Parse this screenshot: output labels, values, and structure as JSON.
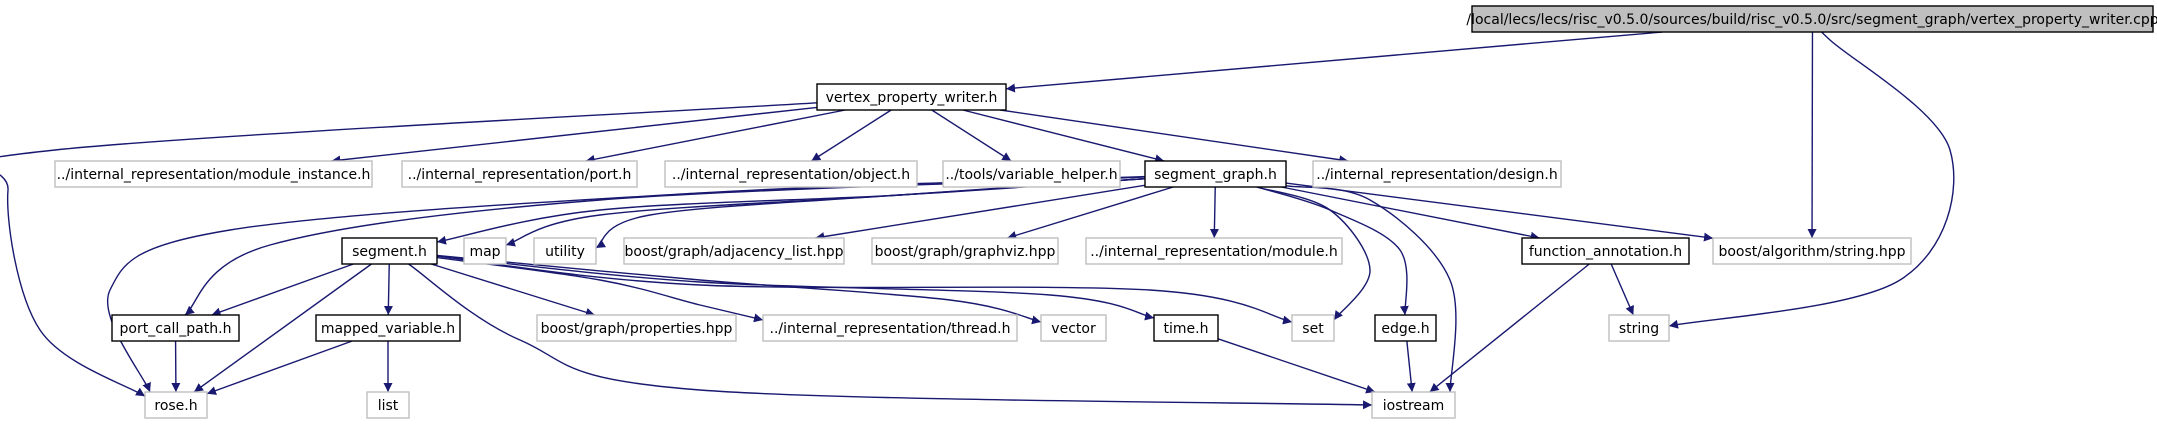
{
  "colors": {
    "edge": "#191970",
    "root_fill": "#bfbfbf",
    "root_border": "#000000",
    "documented_border": "#000000",
    "undocumented_border": "#bfbfbf",
    "text": "#000000"
  },
  "nodes": [
    {
      "id": "root",
      "label": "/local/lecs/lecs/risc_v0.5.0/sources/build/risc_v0.5.0/src/segment_graph/vertex_property_writer.cpp",
      "kind": "root"
    },
    {
      "id": "vpw_h",
      "label": "vertex_property_writer.h",
      "kind": "documented"
    },
    {
      "id": "module_instance_h",
      "label": "../internal_representation/module_instance.h",
      "kind": "external"
    },
    {
      "id": "port_h",
      "label": "../internal_representation/port.h",
      "kind": "external"
    },
    {
      "id": "object_h",
      "label": "../internal_representation/object.h",
      "kind": "external"
    },
    {
      "id": "variable_helper_h",
      "label": "../tools/variable_helper.h",
      "kind": "external"
    },
    {
      "id": "segment_graph_h",
      "label": "segment_graph.h",
      "kind": "documented"
    },
    {
      "id": "design_h",
      "label": "../internal_representation/design.h",
      "kind": "external"
    },
    {
      "id": "segment_h",
      "label": "segment.h",
      "kind": "documented"
    },
    {
      "id": "map",
      "label": "map",
      "kind": "external"
    },
    {
      "id": "utility",
      "label": "utility",
      "kind": "external"
    },
    {
      "id": "adjacency_list",
      "label": "boost/graph/adjacency_list.hpp",
      "kind": "external"
    },
    {
      "id": "graphviz",
      "label": "boost/graph/graphviz.hpp",
      "kind": "external"
    },
    {
      "id": "module_h",
      "label": "../internal_representation/module.h",
      "kind": "external"
    },
    {
      "id": "function_annotation_h",
      "label": "function_annotation.h",
      "kind": "documented"
    },
    {
      "id": "boost_string",
      "label": "boost/algorithm/string.hpp",
      "kind": "external"
    },
    {
      "id": "port_call_path_h",
      "label": "port_call_path.h",
      "kind": "documented"
    },
    {
      "id": "mapped_variable_h",
      "label": "mapped_variable.h",
      "kind": "documented"
    },
    {
      "id": "properties",
      "label": "boost/graph/properties.hpp",
      "kind": "external"
    },
    {
      "id": "thread_h",
      "label": "../internal_representation/thread.h",
      "kind": "external"
    },
    {
      "id": "vector",
      "label": "vector",
      "kind": "external"
    },
    {
      "id": "time_h",
      "label": "time.h",
      "kind": "documented"
    },
    {
      "id": "set",
      "label": "set",
      "kind": "external"
    },
    {
      "id": "edge_h",
      "label": "edge.h",
      "kind": "documented"
    },
    {
      "id": "string",
      "label": "string",
      "kind": "external"
    },
    {
      "id": "rose_h",
      "label": "rose.h",
      "kind": "external"
    },
    {
      "id": "list",
      "label": "list",
      "kind": "external"
    },
    {
      "id": "iostream",
      "label": "iostream",
      "kind": "external"
    }
  ],
  "edges": [
    {
      "from": "root",
      "to": "vpw_h"
    },
    {
      "from": "root",
      "to": "boost_string"
    },
    {
      "from": "root",
      "to": "string"
    },
    {
      "from": "vpw_h",
      "to": "rose_h"
    },
    {
      "from": "vpw_h",
      "to": "module_instance_h"
    },
    {
      "from": "vpw_h",
      "to": "port_h"
    },
    {
      "from": "vpw_h",
      "to": "object_h"
    },
    {
      "from": "vpw_h",
      "to": "variable_helper_h"
    },
    {
      "from": "vpw_h",
      "to": "segment_graph_h"
    },
    {
      "from": "vpw_h",
      "to": "design_h"
    },
    {
      "from": "segment_graph_h",
      "to": "rose_h"
    },
    {
      "from": "segment_graph_h",
      "to": "port_call_path_h"
    },
    {
      "from": "segment_graph_h",
      "to": "segment_h"
    },
    {
      "from": "segment_graph_h",
      "to": "map"
    },
    {
      "from": "segment_graph_h",
      "to": "utility"
    },
    {
      "from": "segment_graph_h",
      "to": "adjacency_list"
    },
    {
      "from": "segment_graph_h",
      "to": "graphviz"
    },
    {
      "from": "segment_graph_h",
      "to": "module_h"
    },
    {
      "from": "segment_graph_h",
      "to": "set"
    },
    {
      "from": "segment_graph_h",
      "to": "edge_h"
    },
    {
      "from": "segment_graph_h",
      "to": "iostream"
    },
    {
      "from": "segment_graph_h",
      "to": "function_annotation_h"
    },
    {
      "from": "segment_graph_h",
      "to": "boost_string"
    },
    {
      "from": "segment_h",
      "to": "port_call_path_h"
    },
    {
      "from": "segment_h",
      "to": "rose_h"
    },
    {
      "from": "segment_h",
      "to": "mapped_variable_h"
    },
    {
      "from": "segment_h",
      "to": "properties"
    },
    {
      "from": "segment_h",
      "to": "thread_h"
    },
    {
      "from": "segment_h",
      "to": "vector"
    },
    {
      "from": "segment_h",
      "to": "time_h"
    },
    {
      "from": "segment_h",
      "to": "set"
    },
    {
      "from": "segment_h",
      "to": "iostream"
    },
    {
      "from": "port_call_path_h",
      "to": "rose_h"
    },
    {
      "from": "mapped_variable_h",
      "to": "rose_h"
    },
    {
      "from": "mapped_variable_h",
      "to": "list"
    },
    {
      "from": "time_h",
      "to": "iostream"
    },
    {
      "from": "edge_h",
      "to": "iostream"
    },
    {
      "from": "function_annotation_h",
      "to": "string"
    },
    {
      "from": "function_annotation_h",
      "to": "iostream"
    }
  ]
}
